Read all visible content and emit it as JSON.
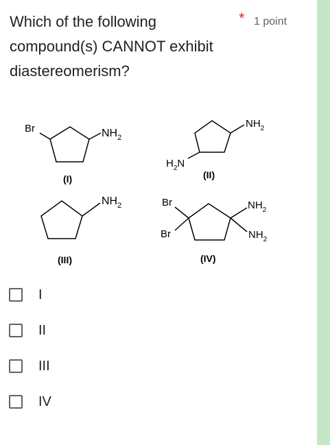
{
  "question": {
    "title": "Which of the following compound(s) CANNOT exhibit diastereomerism?",
    "required_marker": "*",
    "points": "1 point"
  },
  "structures": {
    "s1": {
      "label": "(I)",
      "left_sub": "Br",
      "right_sub": "NH",
      "right_sub_sub": "2"
    },
    "s2": {
      "label": "(II)",
      "top_sub": "NH",
      "top_sub_sub": "2",
      "left_sub_h": "H",
      "left_sub_h_sub": "2",
      "left_sub_n": "N"
    },
    "s3": {
      "label": "(III)",
      "right_sub": "NH",
      "right_sub_sub": "2"
    },
    "s4": {
      "label": "(IV)",
      "top_left_sub": "Br",
      "bottom_left_sub": "Br",
      "top_right_sub": "NH",
      "top_right_sub_sub": "2",
      "bottom_right_sub": "NH",
      "bottom_right_sub_sub": "2"
    }
  },
  "options": [
    {
      "label": "I"
    },
    {
      "label": "II"
    },
    {
      "label": "III"
    },
    {
      "label": "IV"
    }
  ],
  "colors": {
    "accent_strip": "#c6e6c8",
    "required": "#d93025",
    "text": "#202124",
    "secondary_text": "#5f6368"
  }
}
